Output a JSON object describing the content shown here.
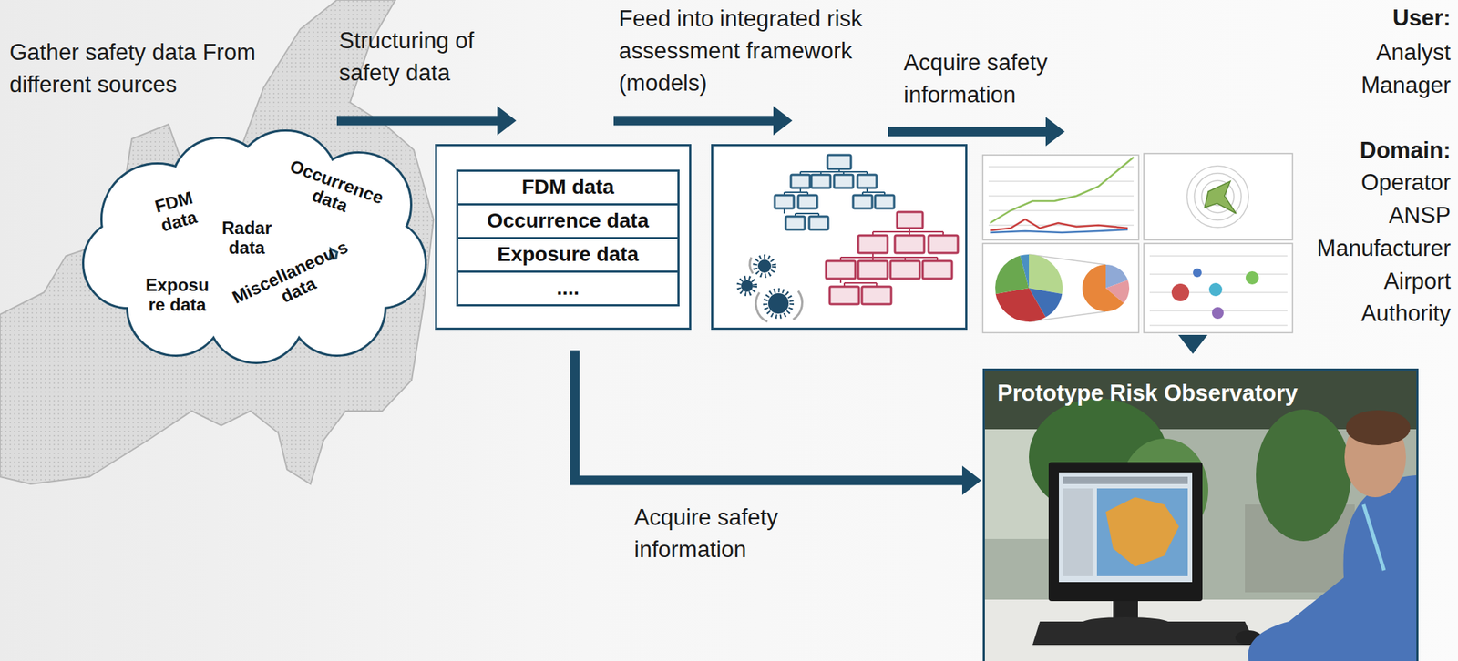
{
  "diagram": {
    "nodes": [
      {
        "text": [
          "FDM data",
          "Radar data",
          "Occurrence data",
          "Exposu re data",
          "Miscellaneou s data"
        ]
      },
      {
        "text": []
      },
      {
        "text": [
          "FDM data"
        ],
        "in": 1
      },
      {
        "text": [
          "Occurrence data"
        ],
        "in": 1
      },
      {
        "text": [
          "Exposure data"
        ],
        "in": 1
      },
      {
        "text": [
          "...."
        ],
        "in": 1
      },
      {
        "text": []
      },
      {
        "text": []
      },
      {
        "text": [
          "Prototype Risk Observatory"
        ]
      }
    ],
    "edges": [
      {
        "from": 0,
        "to": 1,
        "arrow": "to",
        "label": "Structuring of safety data"
      },
      {
        "from": 1,
        "to": 6,
        "arrow": "to",
        "label": "Feed into integrated risk assessment framework (models)"
      },
      {
        "from": 6,
        "to": 7,
        "arrow": "to",
        "label": "Acquire safety information"
      },
      {
        "from": 1,
        "to": 8,
        "arrow": "to",
        "label": "Acquire safety information"
      },
      {
        "from": 7,
        "to": 8,
        "arrow": "to"
      }
    ],
    "labels": [
      "Gather safety data From different sources",
      "User:",
      "Analyst",
      "Manager",
      "Domain:",
      "Operator",
      "ANSP",
      "Manufacturer",
      "Airport",
      "Authority"
    ]
  }
}
